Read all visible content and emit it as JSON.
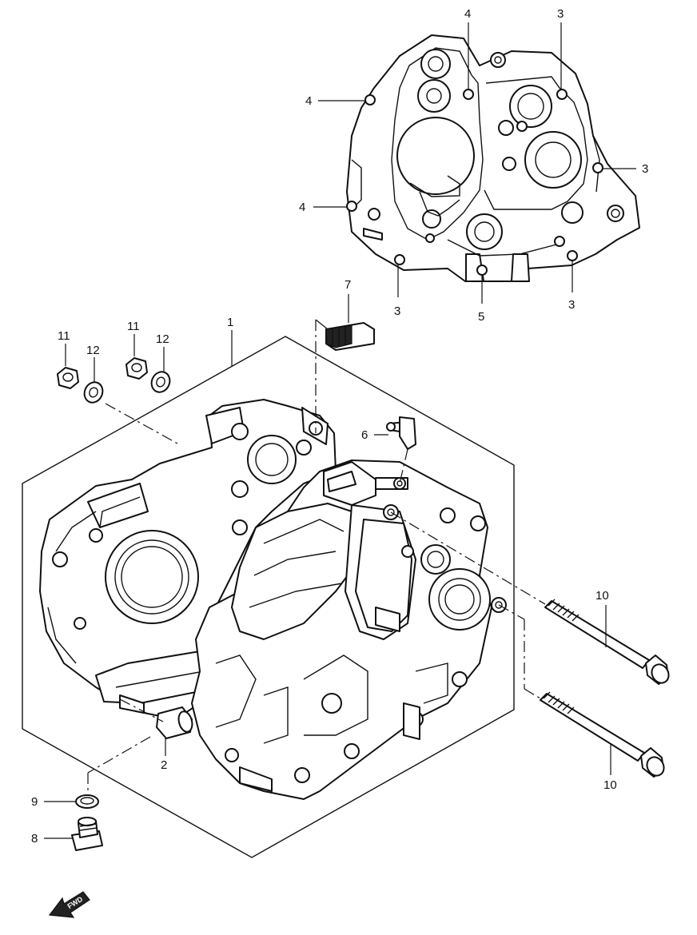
{
  "callouts": {
    "c1": "1",
    "c2": "2",
    "c3": "3",
    "c4": "4",
    "c5": "5",
    "c6": "6",
    "c7": "7",
    "c8": "8",
    "c9": "9",
    "c10": "10",
    "c11": "11",
    "c12": "12"
  },
  "fwd_arrow": {
    "label": "FWD",
    "icon": "fwd-arrow-icon"
  }
}
